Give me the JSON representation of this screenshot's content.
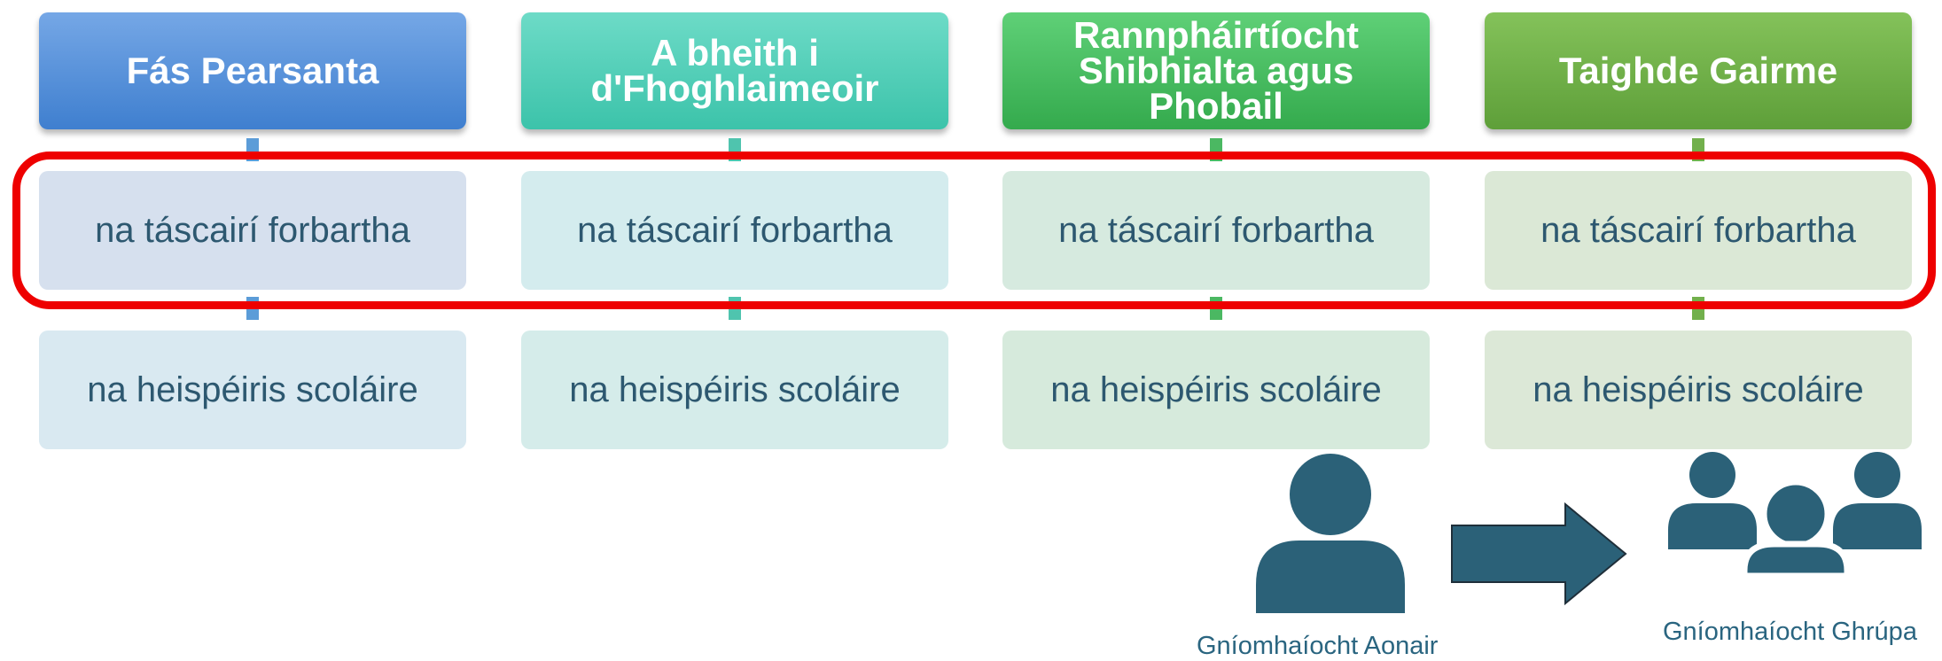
{
  "columns": [
    {
      "header": "Fás Pearsanta",
      "indicator": "na táscairí forbartha",
      "example": "na heispéiris scoláire"
    },
    {
      "header": "A bheith i\nd'Fhoghlaimeoir",
      "indicator": "na táscairí forbartha",
      "example": "na heispéiris scoláire"
    },
    {
      "header": "Rannpháirtíocht\nShibhialta agus\nPhobail",
      "indicator": "na táscairí forbartha",
      "example": "na heispéiris scoláire"
    },
    {
      "header": "Taighde Gairme",
      "indicator": "na táscairí forbartha",
      "example": "na heispéiris scoláire"
    }
  ],
  "activities": {
    "individual": {
      "label": "Gníomhaíocht Aonair",
      "icon": "person-icon"
    },
    "arrow_icon": "right-arrow-icon",
    "group": {
      "label": "Gníomhaíocht Ghrúpa",
      "icon": "group-icon"
    }
  },
  "colors": {
    "highlight": "#ee0000",
    "icon": "#2b6178",
    "text": "#2d5870"
  }
}
